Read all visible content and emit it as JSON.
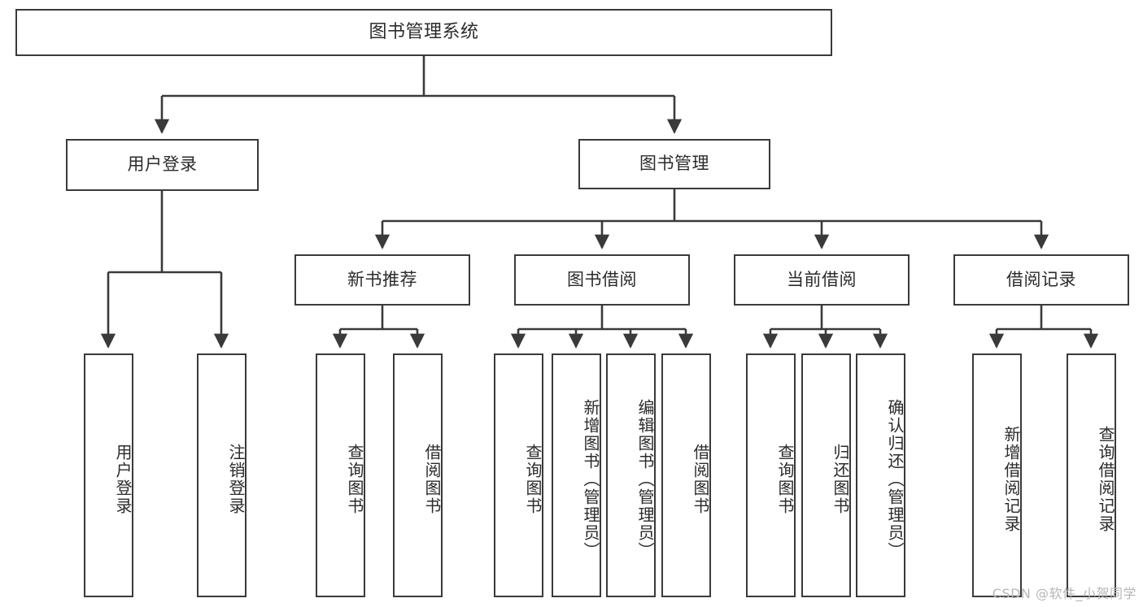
{
  "diagram": {
    "title": "图书管理系统",
    "type": "tree-hierarchy",
    "watermark": "CSDN @软件_小贺同学",
    "colors": {
      "stroke": "#3a3a3a",
      "text": "#2b2b2b",
      "background": "#ffffff",
      "watermark": "#b6b6b6"
    },
    "nodes": {
      "root": "图书管理系统",
      "level1": [
        "用户登录",
        "图书管理"
      ],
      "level2": [
        "新书推荐",
        "图书借阅",
        "当前借阅",
        "借阅记录"
      ],
      "leaves_user_login": [
        "用户登录",
        "注销登录"
      ],
      "leaves_new_book": [
        "查询图书",
        "借阅图书"
      ],
      "leaves_borrow": [
        "查询图书",
        "新增图书（管理员）",
        "编辑图书（管理员）",
        "借阅图书"
      ],
      "leaves_current": [
        "查询图书",
        "归还图书",
        "确认归还（管理员）"
      ],
      "leaves_record": [
        "新增借阅记录",
        "查询借阅记录"
      ]
    }
  }
}
